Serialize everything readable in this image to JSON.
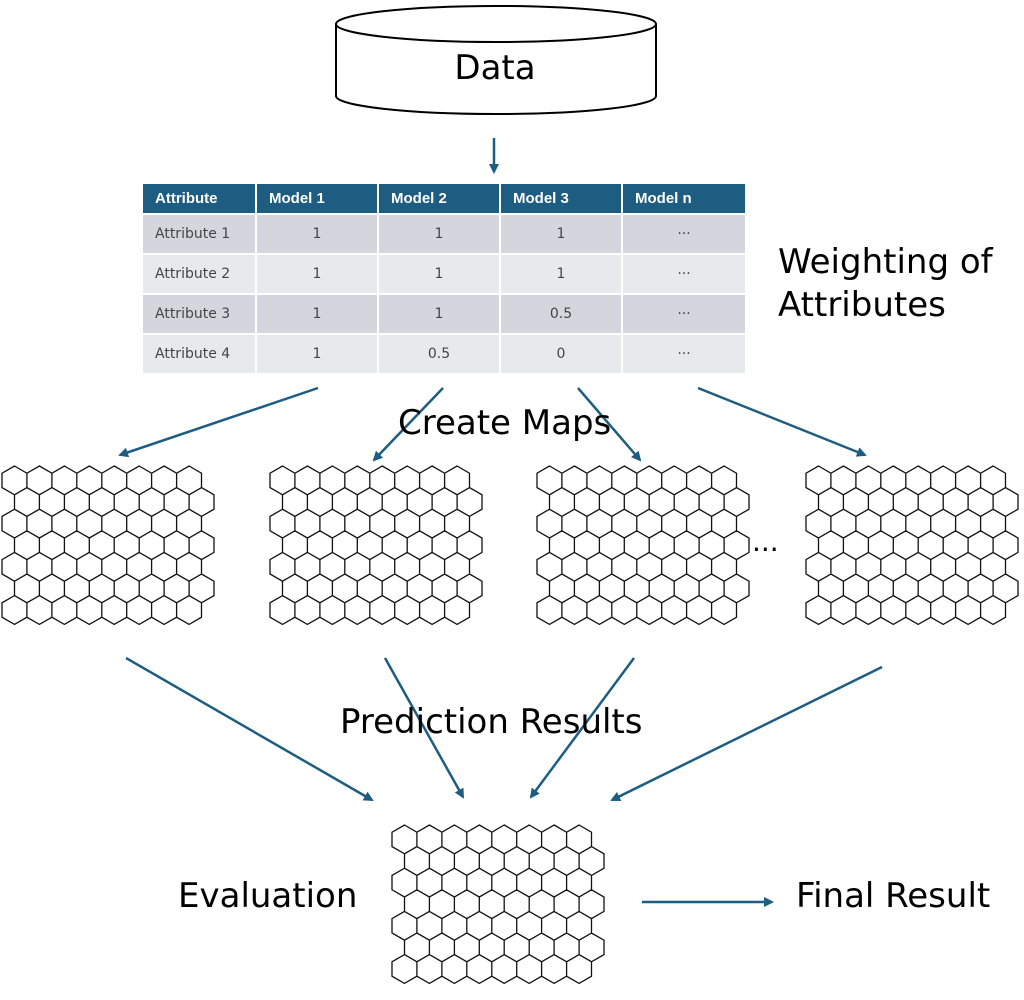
{
  "database": {
    "label": "Data"
  },
  "table": {
    "headers": [
      "Attribute",
      "Model 1",
      "Model 2",
      "Model 3",
      "Model n"
    ],
    "rows": [
      [
        "Attribute 1",
        "1",
        "1",
        "1",
        "···"
      ],
      [
        "Attribute 2",
        "1",
        "1",
        "1",
        "···"
      ],
      [
        "Attribute 3",
        "1",
        "1",
        "0.5",
        "···"
      ],
      [
        "Attribute 4",
        "1",
        "0.5",
        "0",
        "···"
      ]
    ]
  },
  "labels": {
    "weighting_line1": "Weighting of",
    "weighting_line2": "Attributes",
    "create_maps": "Create Maps",
    "ellipsis": "···",
    "prediction_results": "Prediction Results",
    "evaluation": "Evaluation",
    "final_result": "Final Result"
  },
  "colors": {
    "arrow": "#1d5d82",
    "header": "#1d5d82",
    "row_dark": "#d3d7dd",
    "row_light": "#e7eaed"
  }
}
